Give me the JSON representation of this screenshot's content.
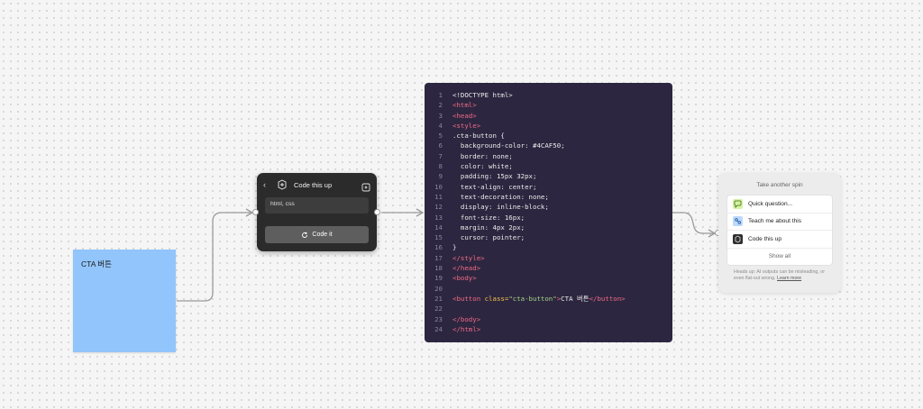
{
  "sticky": {
    "text": "CTA 버튼"
  },
  "widget": {
    "title": "Code this up",
    "back_glyph": "‹",
    "input_value": "html, css",
    "button_label": "Code it",
    "icons": {
      "back": "chevron-left-icon",
      "title": "code-sparkle-icon",
      "action": "sparkle-icon",
      "button": "refresh-icon"
    }
  },
  "code": {
    "lines": [
      {
        "n": "1",
        "parts": [
          {
            "t": "<!DOCTYPE html>",
            "c": ""
          }
        ]
      },
      {
        "n": "2",
        "parts": [
          {
            "t": "<html>",
            "c": "tag"
          }
        ]
      },
      {
        "n": "3",
        "parts": [
          {
            "t": "<head>",
            "c": "tag"
          }
        ]
      },
      {
        "n": "4",
        "parts": [
          {
            "t": "<style>",
            "c": "tag"
          }
        ]
      },
      {
        "n": "5",
        "parts": [
          {
            "t": ".cta-button {",
            "c": ""
          }
        ]
      },
      {
        "n": "6",
        "parts": [
          {
            "t": "  background-color: #4CAF50;",
            "c": ""
          }
        ]
      },
      {
        "n": "7",
        "parts": [
          {
            "t": "  border: none;",
            "c": ""
          }
        ]
      },
      {
        "n": "8",
        "parts": [
          {
            "t": "  color: white;",
            "c": ""
          }
        ]
      },
      {
        "n": "9",
        "parts": [
          {
            "t": "  padding: 15px 32px;",
            "c": ""
          }
        ]
      },
      {
        "n": "10",
        "parts": [
          {
            "t": "  text-align: center;",
            "c": ""
          }
        ]
      },
      {
        "n": "11",
        "parts": [
          {
            "t": "  text-decoration: none;",
            "c": ""
          }
        ]
      },
      {
        "n": "12",
        "parts": [
          {
            "t": "  display: inline-block;",
            "c": ""
          }
        ]
      },
      {
        "n": "13",
        "parts": [
          {
            "t": "  font-size: 16px;",
            "c": ""
          }
        ]
      },
      {
        "n": "14",
        "parts": [
          {
            "t": "  margin: 4px 2px;",
            "c": ""
          }
        ]
      },
      {
        "n": "15",
        "parts": [
          {
            "t": "  cursor: pointer;",
            "c": ""
          }
        ]
      },
      {
        "n": "16",
        "parts": [
          {
            "t": "}",
            "c": ""
          }
        ]
      },
      {
        "n": "17",
        "parts": [
          {
            "t": "</style>",
            "c": "tag"
          }
        ]
      },
      {
        "n": "18",
        "parts": [
          {
            "t": "</head>",
            "c": "tag"
          }
        ]
      },
      {
        "n": "19",
        "parts": [
          {
            "t": "<body>",
            "c": "tag"
          }
        ]
      },
      {
        "n": "20",
        "parts": [
          {
            "t": "",
            "c": ""
          }
        ]
      },
      {
        "n": "21",
        "parts": [
          {
            "t": "<button ",
            "c": "tag"
          },
          {
            "t": "class=",
            "c": "attr"
          },
          {
            "t": "\"cta-button\"",
            "c": "str"
          },
          {
            "t": ">",
            "c": "tag"
          },
          {
            "t": "CTA 버튼",
            "c": ""
          },
          {
            "t": "</button>",
            "c": "tag"
          }
        ]
      },
      {
        "n": "22",
        "parts": [
          {
            "t": "",
            "c": ""
          }
        ]
      },
      {
        "n": "23",
        "parts": [
          {
            "t": "</body>",
            "c": "tag"
          }
        ]
      },
      {
        "n": "24",
        "parts": [
          {
            "t": "</html>",
            "c": "tag"
          }
        ]
      }
    ]
  },
  "panel": {
    "title": "Take another spin",
    "items": [
      {
        "label": "Quick question...",
        "icon": "speech-bubble-icon",
        "color": "#d6f2a3"
      },
      {
        "label": "Teach me about this",
        "icon": "teach-icon",
        "color": "#bcd8fb"
      },
      {
        "label": "Code this up",
        "icon": "code-icon",
        "color": "#2f2f2f"
      }
    ],
    "show_all": "Show all",
    "note_prefix": "Heads up: AI outputs can be misleading, or even flat-out wrong.",
    "note_link": "Learn more"
  }
}
